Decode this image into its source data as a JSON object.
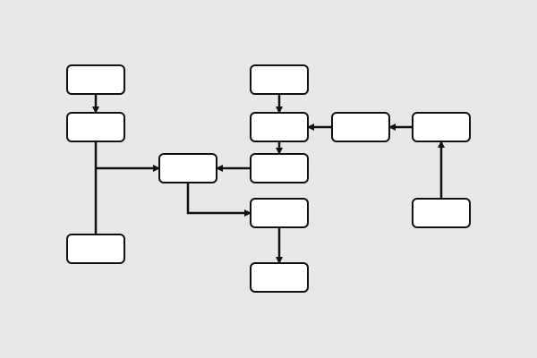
{
  "diagram": {
    "background": "#e8e8e8",
    "stroke_color": "#111111",
    "node_fill": "#ffffff",
    "nodes": [
      {
        "id": "n1",
        "label": ""
      },
      {
        "id": "n2",
        "label": ""
      },
      {
        "id": "n3",
        "label": ""
      },
      {
        "id": "n4",
        "label": ""
      },
      {
        "id": "n5",
        "label": ""
      },
      {
        "id": "n6",
        "label": ""
      },
      {
        "id": "n7",
        "label": ""
      },
      {
        "id": "n8",
        "label": ""
      },
      {
        "id": "n9",
        "label": ""
      },
      {
        "id": "n10",
        "label": ""
      },
      {
        "id": "n11",
        "label": ""
      },
      {
        "id": "n12",
        "label": ""
      }
    ],
    "edges": [
      {
        "from": "n1",
        "to": "n2",
        "arrow": true
      },
      {
        "from": "n2",
        "to": "n5",
        "arrow": true
      },
      {
        "from": "n2",
        "to": "n3",
        "arrow": false
      },
      {
        "from": "n4",
        "to": "n6",
        "arrow": true
      },
      {
        "from": "n6",
        "to": "n9",
        "arrow": true
      },
      {
        "from": "n9",
        "to": "n5",
        "arrow": true
      },
      {
        "from": "n7",
        "to": "n6",
        "arrow": true
      },
      {
        "from": "n8",
        "to": "n7",
        "arrow": true
      },
      {
        "from": "n12",
        "to": "n8",
        "arrow": true
      },
      {
        "from": "n5",
        "to": "n10",
        "arrow": true
      },
      {
        "from": "n10",
        "to": "n11",
        "arrow": true
      }
    ]
  }
}
